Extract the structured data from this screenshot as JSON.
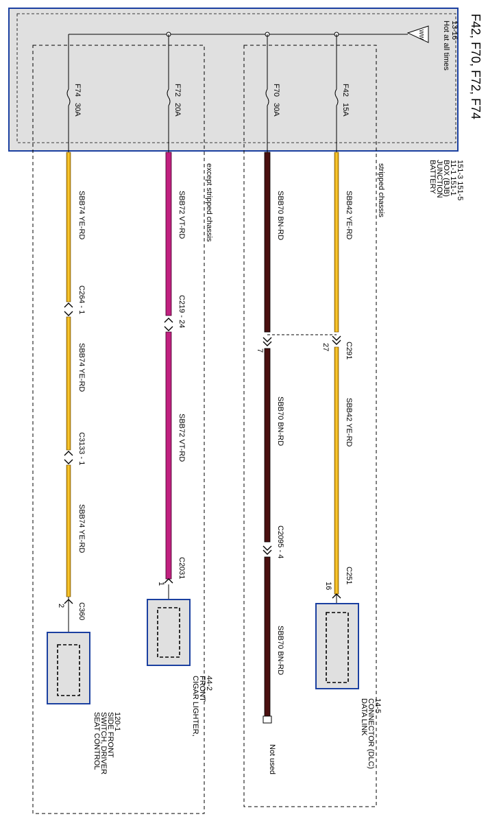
{
  "title": "F42, F70, F72, F74",
  "bjb": {
    "l1": "BATTERY",
    "l2": "JUNCTION",
    "l3": "BOX (BJB)",
    "l4": "11-1      151-1",
    "l5": "151-3    151-5"
  },
  "power": {
    "l1": "Hot at all times",
    "l2": "13-16",
    "flag": "WW"
  },
  "groups": {
    "left": "except stripped chassis",
    "right": "stripped chassis"
  },
  "colors": {
    "ye_rd": "#e8b400",
    "vt_rd": "#c0207f",
    "bn_rd": "#4a1010",
    "box_fill": "#e0e0e0",
    "box_border": "#1a3fa0"
  },
  "circuits": [
    {
      "id": "f74",
      "fuse": "F74",
      "amps": "30A",
      "w1": "SBB74   YE-RD",
      "c1": "C264 - 1",
      "w2": "SBB74   YE-RD",
      "c2": "C3133 - 1",
      "w3": "SBB74   YE-RD",
      "c3": "C360",
      "pin": "2",
      "device": [
        "SEAT CONTROL",
        "SWITCH, DRIVER",
        "SIDE FRONT",
        "120-1"
      ]
    },
    {
      "id": "f72",
      "fuse": "F72",
      "amps": "20A",
      "w1": "SBB72   VT-RD",
      "c1": "C219 - 24",
      "w2": "SBB72   VT-RD",
      "c2": "C2031",
      "pin": "1",
      "device": [
        "CIGAR LIGHTER,",
        "FRONT",
        "44-2"
      ]
    },
    {
      "id": "f70",
      "fuse": "F70",
      "amps": "30A",
      "w1": "SBB70   BN-RD",
      "pin1": "7",
      "w2": "SBB70   BN-RD",
      "c2": "C2095 - 4",
      "w3": "SBB70   BN-RD",
      "end": "Not used"
    },
    {
      "id": "f42",
      "fuse": "F42",
      "amps": "15A",
      "w1": "SBB42   YE-RD",
      "c1": "C291",
      "pin1": "27",
      "w2": "SBB42   YE-RD",
      "c2": "C251",
      "pin": "16",
      "device": [
        "DATA LINK",
        "CONNECTOR (DLC)",
        "14-5"
      ]
    }
  ]
}
